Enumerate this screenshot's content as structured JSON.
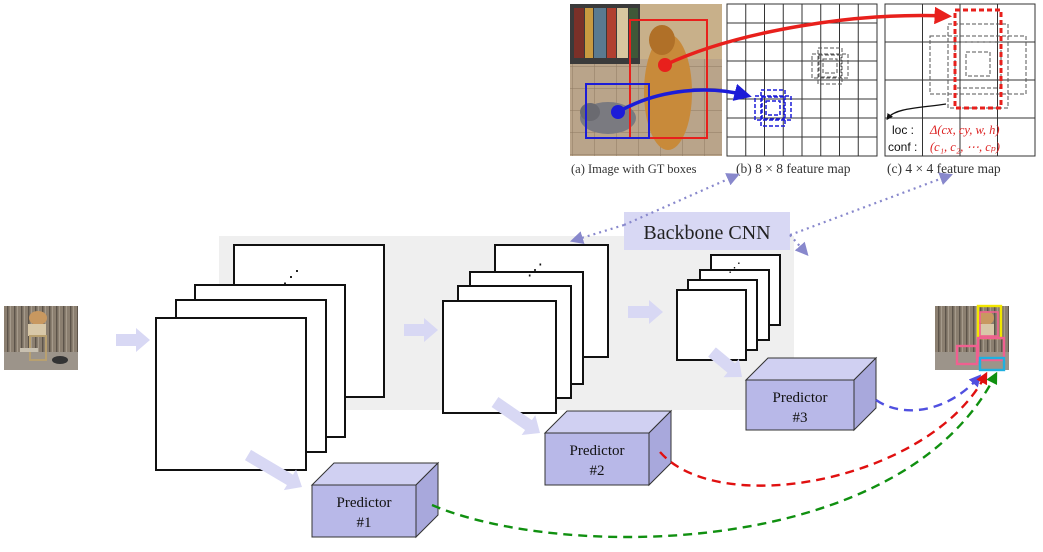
{
  "figure": {
    "top_panel": {
      "captions": {
        "a": "(a) Image with GT boxes",
        "b": "(b) 8 × 8 feature map",
        "c": "(c) 4 × 4 feature map"
      },
      "loc_label": "loc :",
      "loc_formula": "Δ(cx, cy, w, h)",
      "conf_label": "conf :",
      "conf_formula": "(c₁, c₂, ⋯, cₚ)"
    },
    "backbone_label": "Backbone CNN",
    "stack_ellipsis": "⋰",
    "predictors": [
      {
        "line1": "Predictor",
        "line2": "#1"
      },
      {
        "line1": "Predictor",
        "line2": "#2"
      },
      {
        "line1": "Predictor",
        "line2": "#3"
      }
    ],
    "colors": {
      "gt_red": "#e8201c",
      "gt_blue": "#1c1cd8",
      "predictor_fill": "#b8b8e8",
      "arrow_lavender": "#d8d8f4",
      "dotted_link": "#8888cc",
      "path_blue": "#5050e0",
      "path_red": "#e01010",
      "path_green": "#109010",
      "box_yellow": "#f2e600",
      "box_pink": "#f06090",
      "box_cyan": "#20b0e0",
      "backbone_bg": "#efefef"
    }
  }
}
